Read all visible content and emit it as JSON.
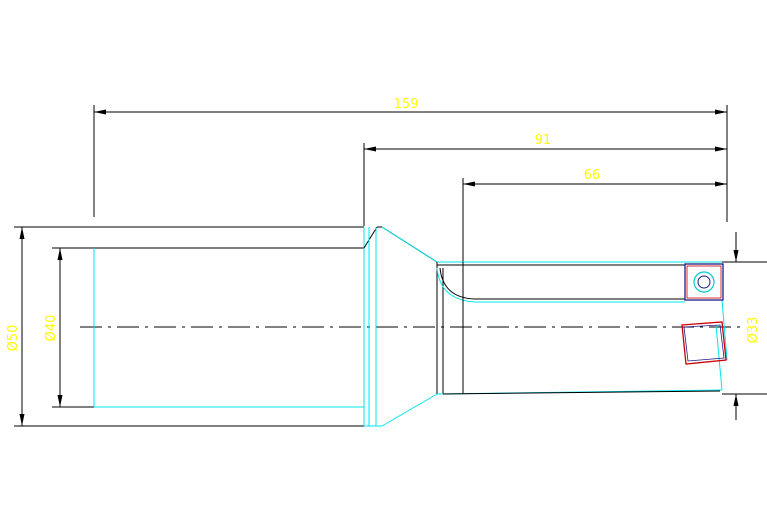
{
  "dimensions": {
    "overall_length": "159",
    "mid_length": "91",
    "short_length": "66",
    "outer_diameter": "Ø50",
    "inner_diameter": "Ø40",
    "head_diameter": "Ø33"
  },
  "colors": {
    "dimension_text": "#ffff00",
    "outline": "#000000",
    "hidden_edges": "#00e5ee",
    "insert_blue": "#1c1c8c",
    "insert_red": "#cc0000"
  }
}
